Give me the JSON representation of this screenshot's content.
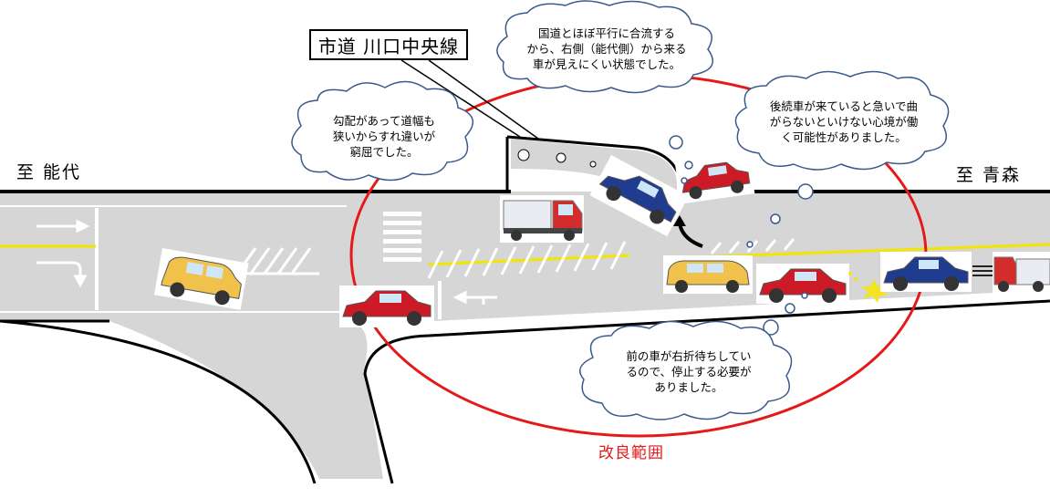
{
  "destinations": {
    "left": "至 能代",
    "right": "至 青森"
  },
  "road_name": "市道 川口中央線",
  "bubbles": [
    {
      "lines": [
        "勾配があって道幅も",
        "狭いからすれ違いが",
        "窮屈でした。"
      ]
    },
    {
      "lines": [
        "国道とほぼ平行に合流する",
        "から、右側（能代側）から来る",
        "車が見えにくい状態でした。"
      ]
    },
    {
      "lines": [
        "後続車が来ていると急いで曲",
        "がらないといけない心境が働",
        "く可能性がありました。"
      ]
    },
    {
      "lines": [
        "前の車が右折待ちしてい",
        "るので、停止する必要が",
        "ありました。"
      ]
    }
  ],
  "improvement_area_label": "改良範囲",
  "colors": {
    "improvement_circle": "#e41a1a",
    "road": "#d6d6d6",
    "center_line": "#f2e500"
  },
  "icons": [
    "straight-arrow",
    "right-turn-arrow",
    "left-arrow",
    "turn-arrow",
    "collision-mark"
  ]
}
